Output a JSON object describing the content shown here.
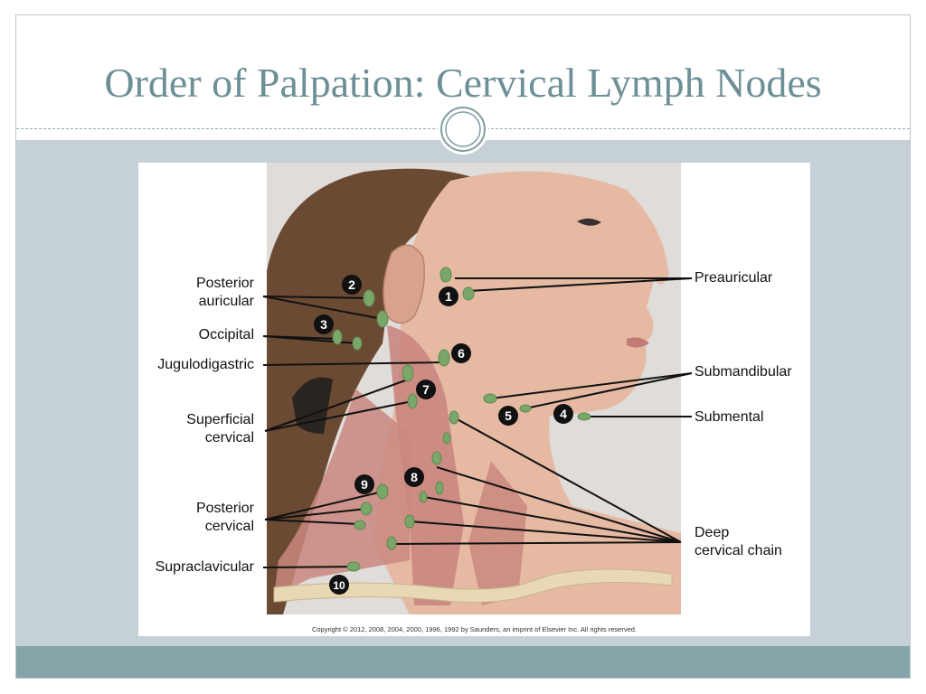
{
  "slide": {
    "title": "Order of Palpation: Cervical Lymph Nodes"
  },
  "figure": {
    "labels": {
      "posterior_auricular": "Posterior\nauricular",
      "occipital": "Occipital",
      "jugulodigastric": "Jugulodigastric",
      "superficial_cervical": "Superficial\ncervical",
      "posterior_cervical": "Posterior\ncervical",
      "supraclavicular": "Supraclavicular",
      "preauricular": "Preauricular",
      "submandibular": "Submandibular",
      "submental": "Submental",
      "deep_cervical_chain": "Deep\ncervical chain"
    },
    "numbers": [
      "1",
      "2",
      "3",
      "4",
      "5",
      "6",
      "7",
      "8",
      "9",
      "10"
    ],
    "copyright": "Copyright © 2012, 2008, 2004, 2000, 1996, 1992 by Saunders, an imprint of Elsevier Inc. All rights reserved."
  },
  "colors": {
    "title": "#6d8f96",
    "content_background": "#c5d1d7",
    "footer_bar": "#85a4a8",
    "lymph_node": "#7aa66a",
    "muscle": "#c9877f"
  }
}
